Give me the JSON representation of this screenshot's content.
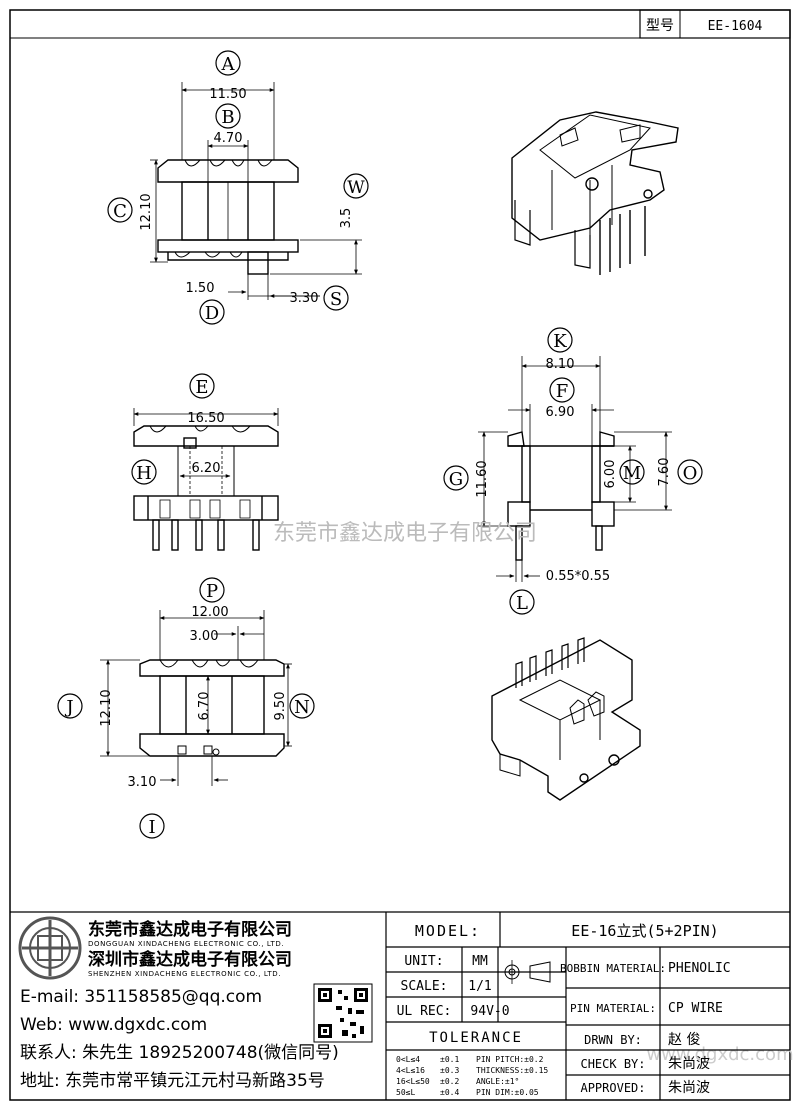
{
  "header": {
    "type_label": "型号",
    "type_value": "EE-1604"
  },
  "views": {
    "top": {
      "A": {
        "letter": "A",
        "value": "11.50"
      },
      "B": {
        "letter": "B",
        "value": "4.70"
      },
      "C": {
        "letter": "C",
        "value": "12.10"
      },
      "W": {
        "letter": "W",
        "value": "3.5"
      },
      "D": {
        "letter": "D",
        "value": "1.50"
      },
      "S": {
        "letter": "S",
        "value": "3.30"
      }
    },
    "middle": {
      "E": {
        "letter": "E",
        "value": "16.50"
      },
      "H": {
        "letter": "H",
        "value": "6.20"
      }
    },
    "side": {
      "K": {
        "letter": "K",
        "value": "8.10"
      },
      "F": {
        "letter": "F",
        "value": "6.90"
      },
      "G": {
        "letter": "G",
        "value": "11.60"
      },
      "M": {
        "letter": "M",
        "value": "6.00"
      },
      "O": {
        "letter": "O",
        "value": "7.60"
      },
      "L": {
        "letter": "L",
        "value": "0.55*0.55"
      }
    },
    "bottom": {
      "P": {
        "letter": "P",
        "value": "12.00"
      },
      "P2": {
        "value": "3.00"
      },
      "J": {
        "letter": "J",
        "value": "12.10"
      },
      "I_inner": {
        "value": "6.70"
      },
      "N": {
        "letter": "N",
        "value": "9.50"
      },
      "I": {
        "letter": "I",
        "value": "3.10"
      }
    }
  },
  "watermark": "东莞市鑫达成电子有限公司",
  "watermark2": "www.dgxdc.com",
  "company": {
    "name_cn_1": "东莞市鑫达成电子有限公司",
    "name_en_1": "DONGGUAN XINDACHENG ELECTRONIC CO., LTD.",
    "name_cn_2": "深圳市鑫达成电子有限公司",
    "name_en_2": "SHENZHEN XINDACHENG ELECTRONIC CO., LTD.",
    "email": "E-mail: 351158585@qq.com",
    "web": "Web: www.dgxdc.com",
    "contact": "联系人: 朱先生 18925200748(微信同号)",
    "address": "地址: 东莞市常平镇元江元村马新路35号"
  },
  "title_block": {
    "model_label": "MODEL:",
    "model_value": "EE-16立式(5+2PIN)",
    "unit_label": "UNIT:",
    "unit_value": "MM",
    "scale_label": "SCALE:",
    "scale_value": "1/1",
    "ulrec_label": "UL REC:",
    "ulrec_value": "94V-0",
    "bobbin_label": "BOBBIN MATERIAL:",
    "bobbin_value": "PHENOLIC",
    "pin_label": "PIN MATERIAL:",
    "pin_value": "CP WIRE",
    "tolerance_label": "TOLERANCE",
    "tol_rows": [
      {
        "range": "0<L≤4",
        "tol": "±0.1",
        "item": "PIN PITCH:±0.2"
      },
      {
        "range": "4<L≤16",
        "tol": "±0.3",
        "item": "THICKNESS:±0.15"
      },
      {
        "range": "16<L≤50",
        "tol": "±0.2",
        "item": "ANGLE:±1°"
      },
      {
        "range": "50≤L",
        "tol": "±0.4",
        "item": "PIN DIM:±0.05"
      }
    ],
    "drwn_label": "DRWN BY:",
    "drwn_value": "赵 俊",
    "check_label": "CHECK BY:",
    "check_value": "朱尚波",
    "approved_label": "APPROVED:",
    "approved_value": "朱尚波"
  }
}
